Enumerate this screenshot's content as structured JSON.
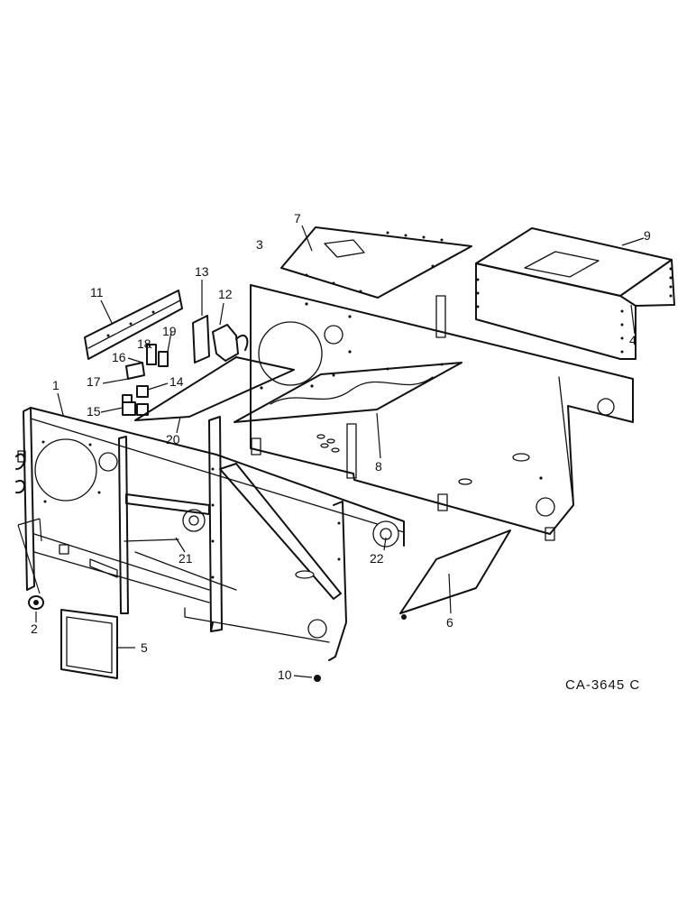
{
  "diagram": {
    "drawing_code": "CA-3645 C",
    "callouts": [
      "1",
      "2",
      "3",
      "4",
      "5",
      "6",
      "7",
      "8",
      "9",
      "10",
      "11",
      "12",
      "13",
      "14",
      "15",
      "16",
      "17",
      "18",
      "19",
      "20",
      "21",
      "22"
    ]
  }
}
